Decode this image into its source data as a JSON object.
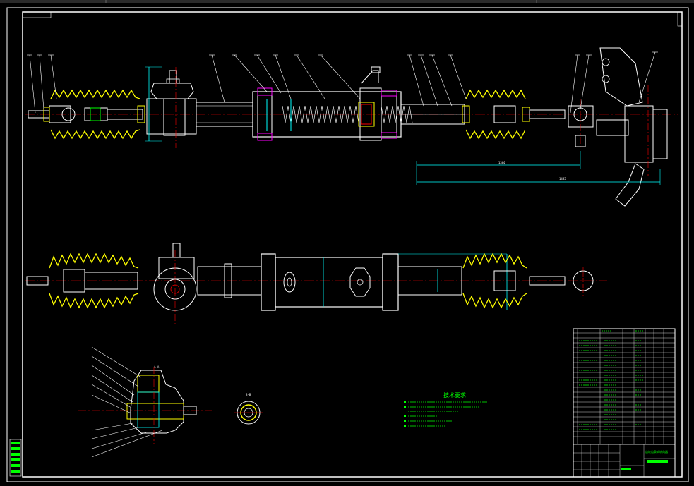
{
  "drawing": {
    "tech_requirements_title": "技术要求",
    "tech_requirements": [
      "",
      "",
      "",
      "",
      ""
    ],
    "left_view_label": "B-B",
    "section_label": "A-A",
    "dim_label_1": "1380",
    "dim_label_2": "1485",
    "title_block_title": "齿轮齿条式转向器",
    "colors": {
      "outline": "#ffffff",
      "boot": "#ffff00",
      "centerline": "#ff0000",
      "dimension": "#00ffff",
      "hatch": "#ff00ff",
      "text": "#00ff00"
    }
  }
}
